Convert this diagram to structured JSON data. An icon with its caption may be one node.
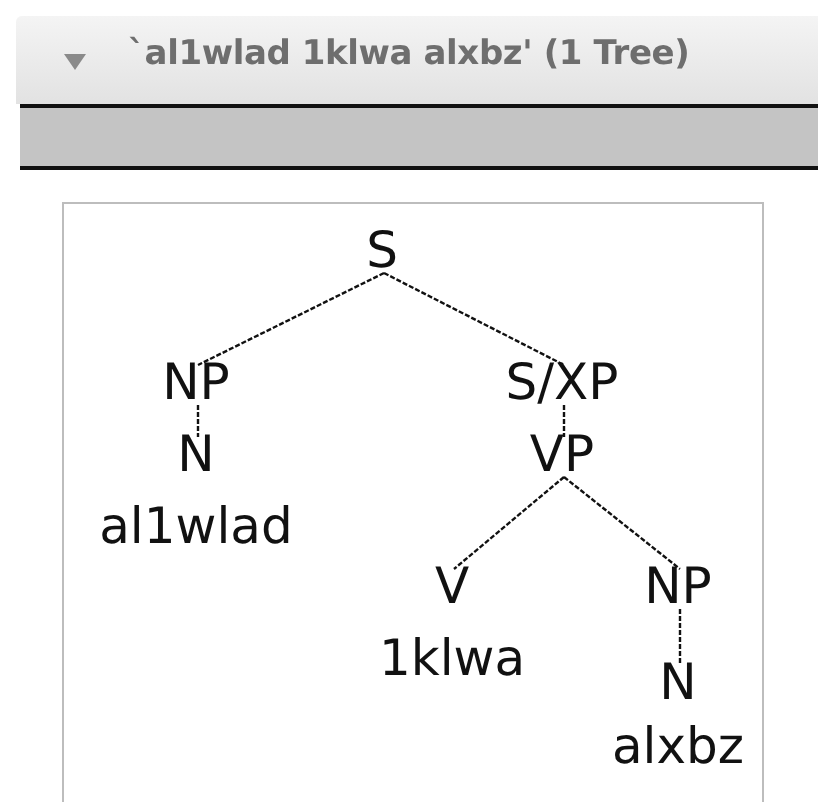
{
  "diagram": {
    "title": "`al1wlad 1klwa alxbz' (1 Tree)",
    "nodes": [
      {
        "text": [
          "S"
        ]
      },
      {
        "text": [
          "NP"
        ]
      },
      {
        "text": [
          "S/XP"
        ]
      },
      {
        "text": [
          "N"
        ]
      },
      {
        "text": [
          "VP"
        ]
      },
      {
        "text": [
          "al1wlad"
        ]
      },
      {
        "text": [
          "V"
        ]
      },
      {
        "text": [
          "NP"
        ]
      },
      {
        "text": [
          "1klwa"
        ]
      },
      {
        "text": [
          "N"
        ]
      },
      {
        "text": [
          "alxbz"
        ]
      }
    ],
    "edges": [
      {
        "from": 0,
        "to": 1,
        "arrow": "none"
      },
      {
        "from": 0,
        "to": 2,
        "arrow": "none"
      },
      {
        "from": 1,
        "to": 3,
        "arrow": "none"
      },
      {
        "from": 2,
        "to": 4,
        "arrow": "none"
      },
      {
        "from": 4,
        "to": 6,
        "arrow": "none"
      },
      {
        "from": 4,
        "to": 7,
        "arrow": "none"
      },
      {
        "from": 7,
        "to": 9,
        "arrow": "none"
      }
    ]
  }
}
